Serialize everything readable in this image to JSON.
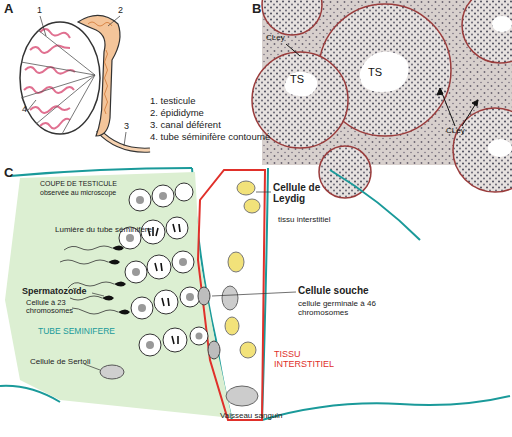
{
  "diagram": {
    "nodes": [
      {
        "text": [
          "TUBE SEMINIFERE"
        ]
      },
      {
        "text": [
          "TISSU INTERSTITIEL"
        ]
      }
    ],
    "labels": [
      "A",
      "1",
      "2",
      "4",
      "3",
      "1. testicule",
      "2. épididyme",
      "3. canal déférent",
      "4. tube séminifère contourné",
      "B",
      "CLey",
      "TS",
      "TS",
      "CLey",
      "C",
      "COUPE DE TESTICULE",
      "observée au microscope",
      "Lumière du tube séminifère",
      "Spermatozoïde",
      "Cellule à 23 chromosomes",
      "Cellule de Sertoli",
      "Cellule de Leydig",
      "tissu interstitiel",
      "Cellule souche",
      "cellule germinale à 46 chromosomes",
      "Vaisseau sanguin"
    ]
  }
}
